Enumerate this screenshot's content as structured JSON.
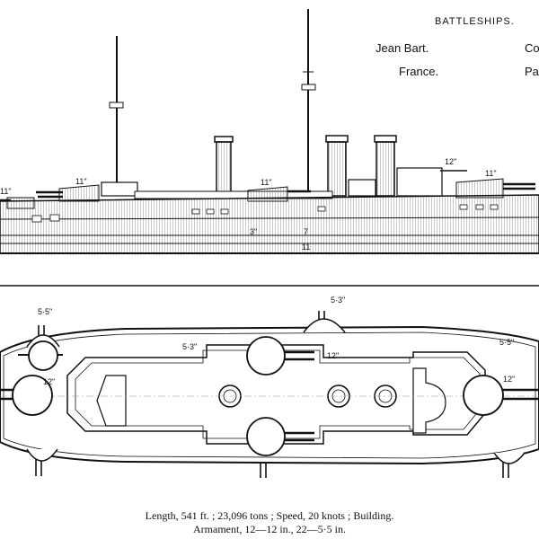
{
  "header": {
    "section": "BATTLESHIPS.",
    "ship_name": "Jean Bart.",
    "nation": "France.",
    "col_right_top": "Co",
    "col_right_bottom": "Pa"
  },
  "profile_labels": {
    "bow_gun": "11\"",
    "fwd_turret": "11\"",
    "mid_turret": "11\"",
    "aft_upper": "12\"",
    "aft_turret": "11\"",
    "belt_upper": "3\"",
    "belt_mid": "7",
    "belt_low": "11"
  },
  "plan_labels": {
    "sec_top_left": "5·5\"",
    "sec_top_mid": "5·3\"",
    "sec_mid_left": "5·3\"",
    "sec_mid_right": "5·5\"",
    "main_left": "12\"",
    "main_center": "12\"",
    "main_right": "12\""
  },
  "caption": {
    "line1": "Length, 541 ft. ; 23,096 tons ; Speed, 20 knots ; Building.",
    "line2": "Armament, 12—12 in., 22—5·5 in."
  }
}
